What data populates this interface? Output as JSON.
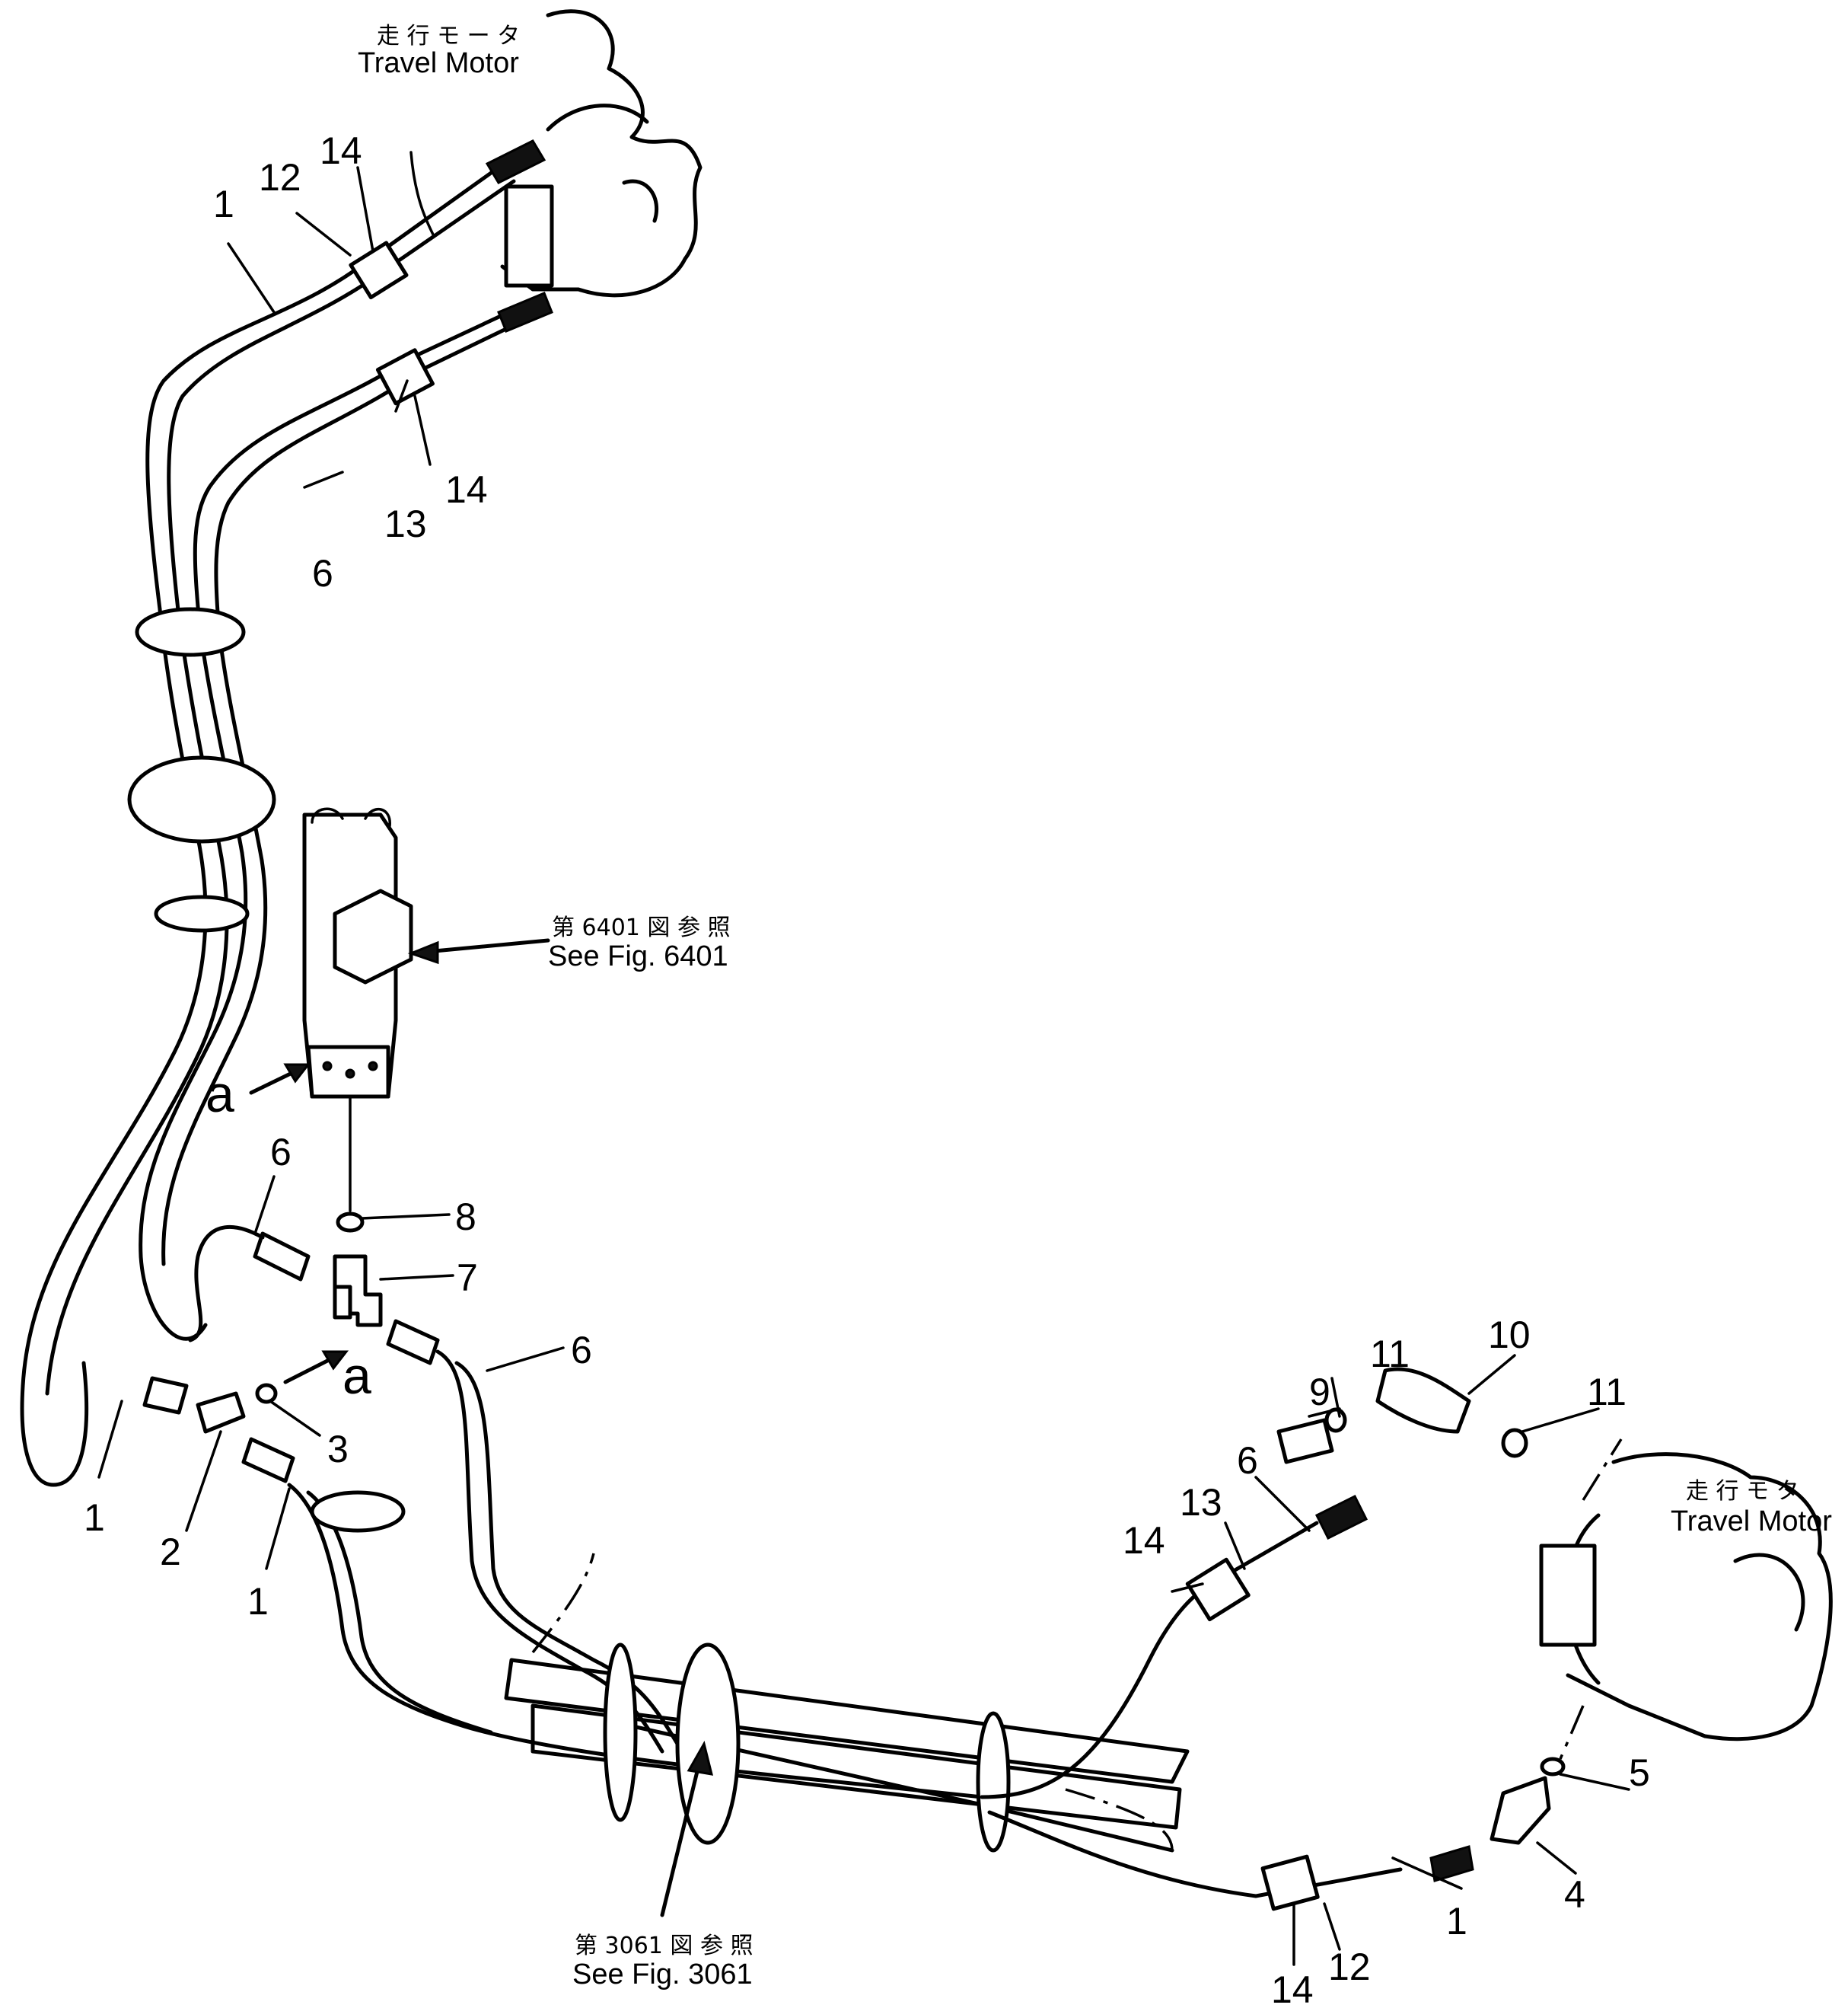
{
  "labels": {
    "motor_top_jp": "走 行 モ ー タ",
    "motor_top_en": "Travel Motor",
    "motor_right_jp": "走 行 モ タ",
    "motor_right_en": "Travel Motor",
    "fig6401_jp": "第 6401 図 参 照",
    "fig6401_en": "See Fig. 6401",
    "fig3061_jp": "第 3061 図 参 照",
    "fig3061_en": "See Fig. 3061",
    "port_a_1": "a",
    "port_a_2": "a"
  },
  "callouts": [
    {
      "id": "c1",
      "text": "1"
    },
    {
      "id": "c2",
      "text": "12"
    },
    {
      "id": "c3",
      "text": "14"
    },
    {
      "id": "c4",
      "text": "13"
    },
    {
      "id": "c5",
      "text": "14"
    },
    {
      "id": "c6",
      "text": "6"
    },
    {
      "id": "c7",
      "text": "6"
    },
    {
      "id": "c8",
      "text": "8"
    },
    {
      "id": "c9",
      "text": "7"
    },
    {
      "id": "c10",
      "text": "6"
    },
    {
      "id": "c11",
      "text": "3"
    },
    {
      "id": "c12",
      "text": "1"
    },
    {
      "id": "c13",
      "text": "2"
    },
    {
      "id": "c14",
      "text": "1"
    },
    {
      "id": "c15",
      "text": "11"
    },
    {
      "id": "c16",
      "text": "10"
    },
    {
      "id": "c17",
      "text": "11"
    },
    {
      "id": "c18",
      "text": "9"
    },
    {
      "id": "c19",
      "text": "6"
    },
    {
      "id": "c20",
      "text": "13"
    },
    {
      "id": "c21",
      "text": "14"
    },
    {
      "id": "c22",
      "text": "5"
    },
    {
      "id": "c23",
      "text": "4"
    },
    {
      "id": "c24",
      "text": "1"
    },
    {
      "id": "c25",
      "text": "12"
    },
    {
      "id": "c26",
      "text": "14"
    }
  ]
}
